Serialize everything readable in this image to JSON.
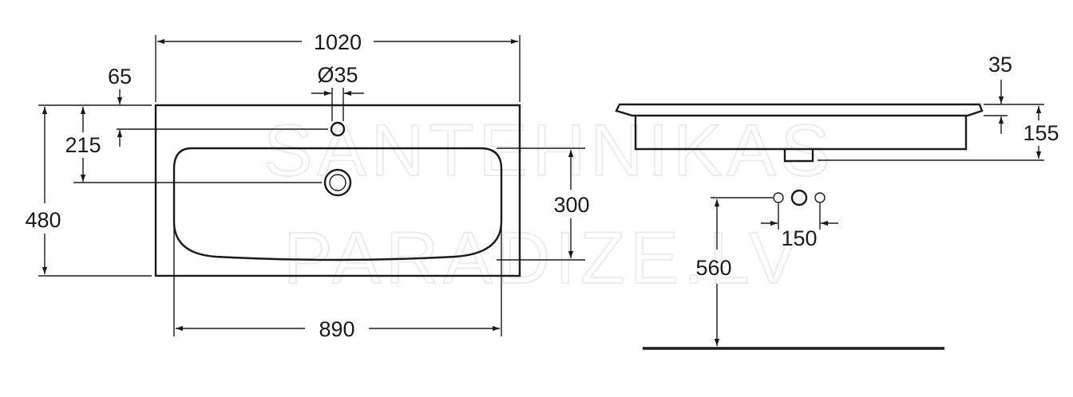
{
  "colors": {
    "line": "#1a1a1a",
    "watermark": "#ececec",
    "background": "#ffffff"
  },
  "watermark": {
    "line1": "SANTEHNIKAS",
    "line2": "PARADIZE.LV"
  },
  "dimensions": {
    "overall_width": "1020",
    "tap_hole_diameter": "Ø35",
    "top_to_tap_hole": "65",
    "top_to_drain": "215",
    "overall_depth": "480",
    "bowl_depth": "300",
    "bowl_width": "890",
    "rim_thickness": "35",
    "basin_height": "155",
    "tap_spacing": "150",
    "mounting_height": "560"
  }
}
